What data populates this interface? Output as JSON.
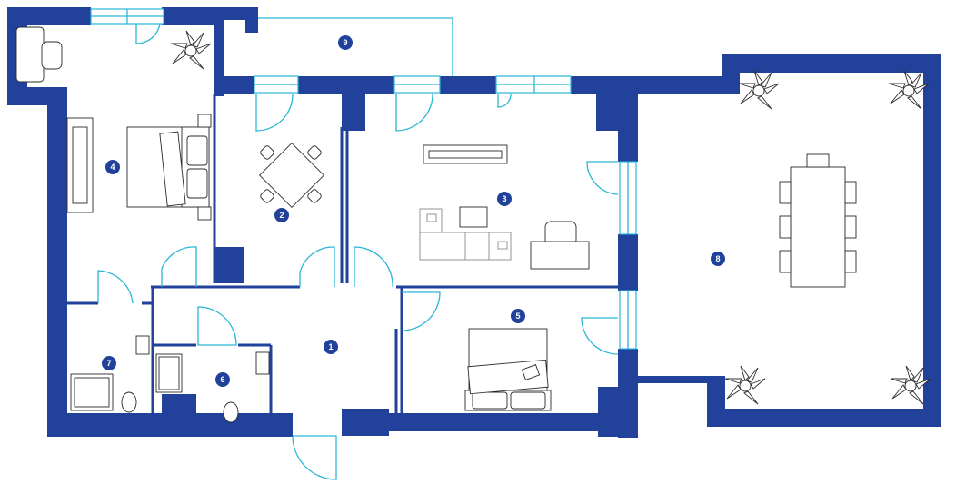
{
  "colors": {
    "wall": "#21419a",
    "window": "#2ab6d6",
    "marker": "#21419a",
    "marker_text": "#ffffff",
    "furniture": "#2b2b2b",
    "background": "#ffffff"
  },
  "rooms": [
    {
      "number": "1"
    },
    {
      "number": "2"
    },
    {
      "number": "3"
    },
    {
      "number": "4"
    },
    {
      "number": "5"
    },
    {
      "number": "6"
    },
    {
      "number": "7"
    },
    {
      "number": "8"
    },
    {
      "number": "9"
    }
  ]
}
